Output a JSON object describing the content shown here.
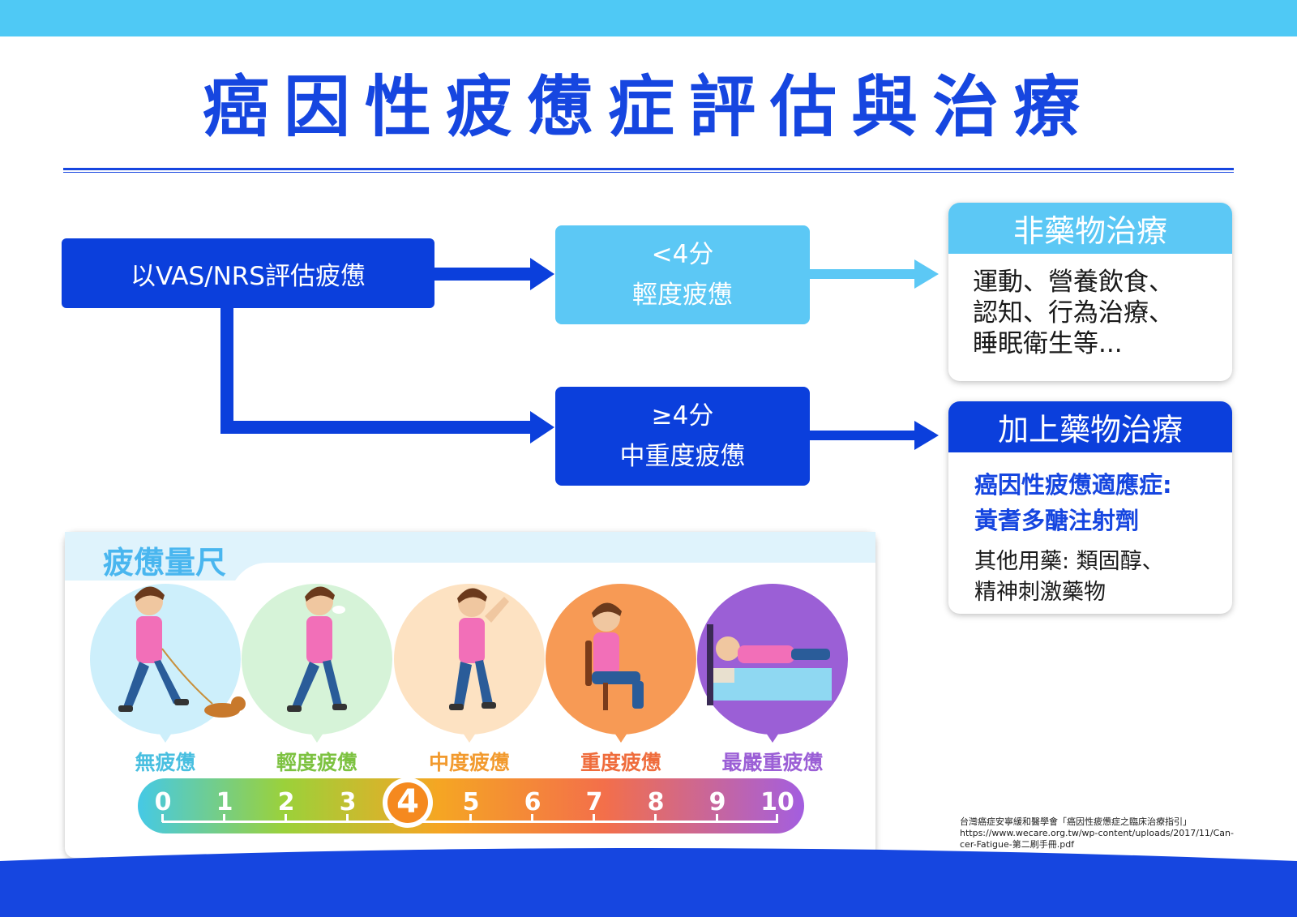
{
  "title": "癌因性疲憊症評估與治療",
  "flow": {
    "assess": "以VAS/NRS評估疲憊",
    "mild_score": "<4分",
    "mild_label": "輕度疲憊",
    "severe_score": "≥4分",
    "severe_label": "中重度疲憊"
  },
  "non_drug": {
    "heading": "非藥物治療",
    "lines": [
      "運動、營養飲食、",
      "認知、行為治療、",
      "睡眠衛生等..."
    ]
  },
  "drug": {
    "heading": "加上藥物治療",
    "highlight": [
      "癌因性疲憊適應症:",
      "黃耆多醣注射劑"
    ],
    "other": [
      "其他用藥: 類固醇、",
      "精神刺激藥物"
    ]
  },
  "scale": {
    "title": "疲憊量尺",
    "levels": [
      {
        "label": "無疲憊",
        "color": "#49bfe0"
      },
      {
        "label": "輕度疲憊",
        "color": "#7dc241"
      },
      {
        "label": "中度疲憊",
        "color": "#f29a2e"
      },
      {
        "label": "重度疲憊",
        "color": "#ef6c3c"
      },
      {
        "label": "最嚴重疲憊",
        "color": "#9b59d0"
      }
    ],
    "numbers": [
      "0",
      "1",
      "2",
      "3",
      "4",
      "5",
      "6",
      "7",
      "8",
      "9",
      "10"
    ],
    "highlight_value": "4"
  },
  "reference": [
    "台灣癌症安寧緩和醫學會「癌因性疲憊症之臨床治療指引」",
    "https://www.wecare.org.tw/wp-content/uploads/2017/11/Can-",
    "cer-Fatigue-第二刷手冊.pdf"
  ],
  "colors": {
    "title_blue": "#1646e0",
    "dark_blue": "#0b3fdc",
    "light_blue": "#5cc8f5",
    "band_blue": "#4fc9f5"
  }
}
